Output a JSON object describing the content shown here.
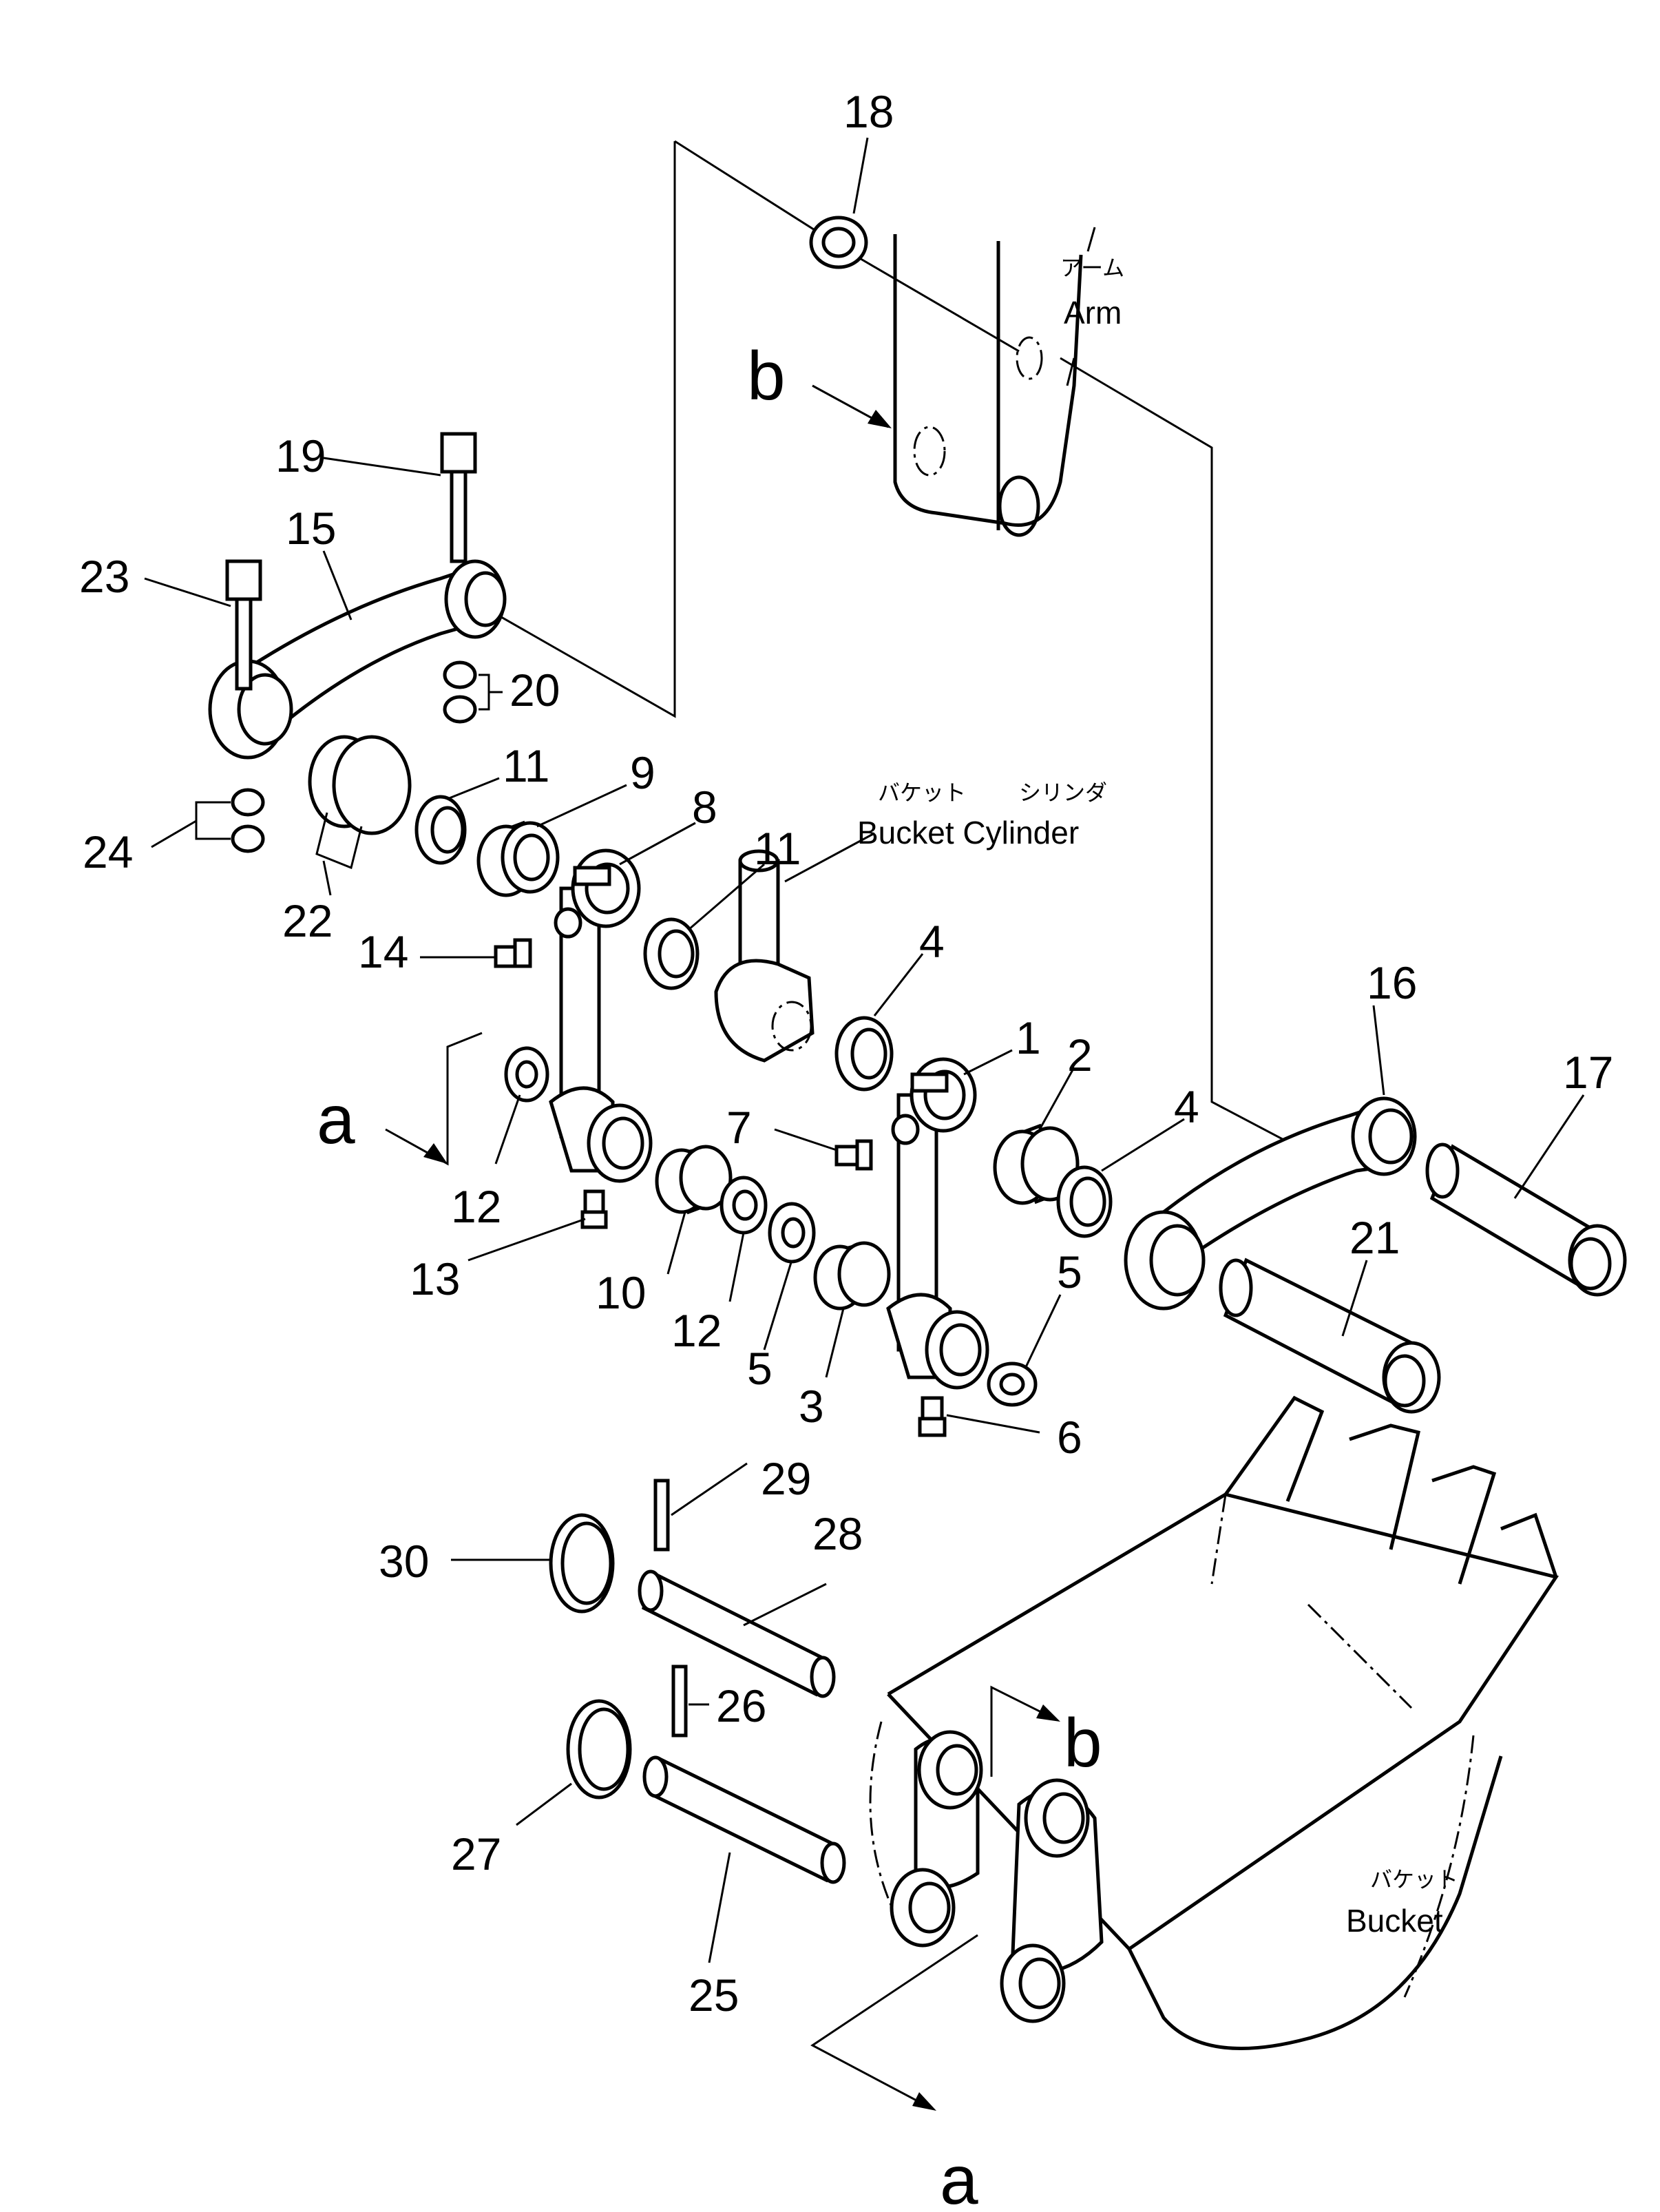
{
  "callouts": {
    "p1": "1",
    "p2": "2",
    "p3": "3",
    "p4a": "4",
    "p4b": "4",
    "p5a": "5",
    "p5b": "5",
    "p6": "6",
    "p7": "7",
    "p8": "8",
    "p9": "9",
    "p10": "10",
    "p11a": "11",
    "p11b": "11",
    "p12a": "12",
    "p12b": "12",
    "p13": "13",
    "p14": "14",
    "p15": "15",
    "p16": "16",
    "p17": "17",
    "p18": "18",
    "p19": "19",
    "p20": "20",
    "p21": "21",
    "p22": "22",
    "p23": "23",
    "p24": "24",
    "p25": "25",
    "p26": "26",
    "p27": "27",
    "p28": "28",
    "p29": "29",
    "p30": "30"
  },
  "refs": {
    "a_top": "a",
    "a_bottom": "a",
    "b_top": "b",
    "b_bottom": "b"
  },
  "captions": {
    "arm_jp": "アーム",
    "arm_en": "Arm",
    "bucket_cylinder_jp_1": "バケット",
    "bucket_cylinder_jp_2": "シリンダ",
    "bucket_cylinder_en": "Bucket Cylinder",
    "bucket_jp": "バケット",
    "bucket_en": "Bucket"
  }
}
